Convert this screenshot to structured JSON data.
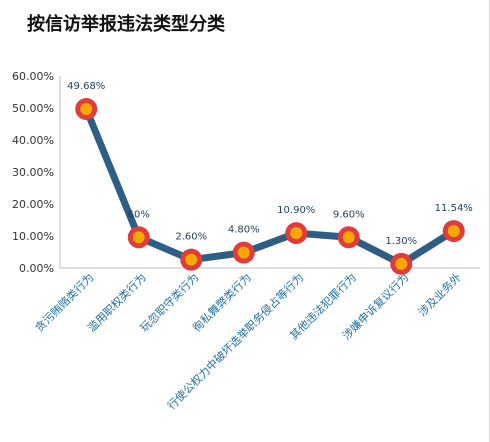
{
  "chart_data": {
    "type": "line",
    "title": "按信访举报违法类型分类",
    "categories": [
      "贪污贿赂类行为",
      "滥用职权类行为",
      "玩忽职守类行为",
      "徇私舞弊类行为",
      "行使公权力中破坏选举职务侵占等行为",
      "其他违法犯罪行为",
      "涉嫌申诉复议行为",
      "涉及业务外"
    ],
    "values": [
      49.68,
      9.6,
      2.6,
      4.8,
      10.9,
      9.6,
      1.3,
      11.54
    ],
    "data_labels": [
      "49.68%",
      "60%",
      "2.60%",
      "4.80%",
      "10.90%",
      "9.60%",
      "1.30%",
      "11.54%"
    ],
    "ylim": [
      0,
      60
    ],
    "yticks": [
      0,
      10,
      20,
      30,
      40,
      50,
      60
    ],
    "ytick_labels": [
      "0.00%",
      "10.00%",
      "20.00%",
      "30.00%",
      "40.00%",
      "50.00%",
      "60.00%"
    ],
    "grid": false,
    "line_color": "#2e5d85",
    "marker_outer_color": "#e03c3c",
    "marker_inner_color": "#f6a800"
  }
}
